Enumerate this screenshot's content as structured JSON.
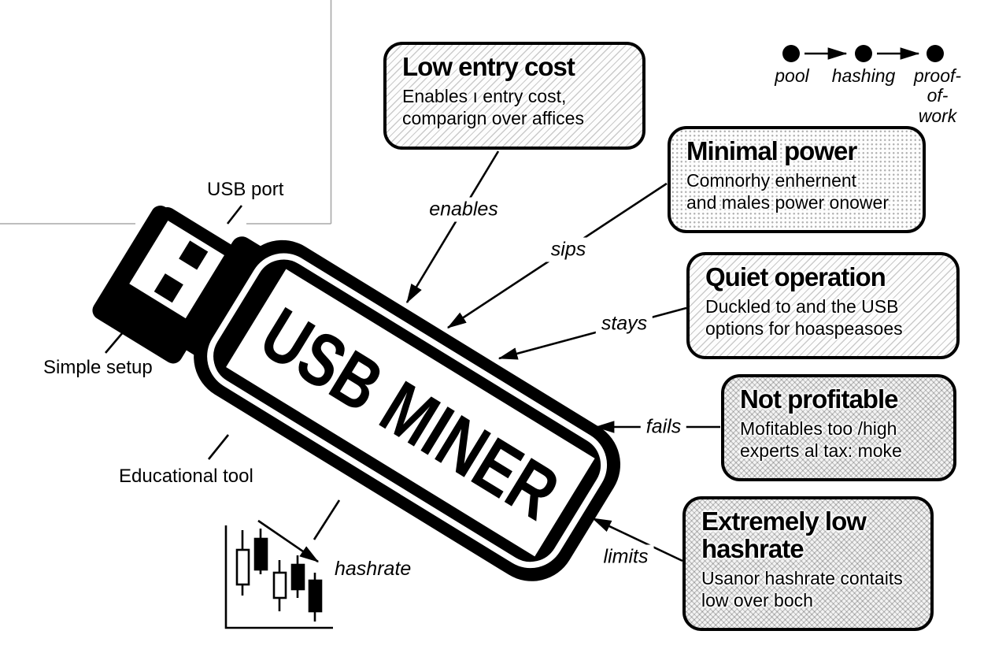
{
  "device": {
    "name": "USB MINER",
    "labels": {
      "usb_port": "USB port",
      "simple_setup": "Simple setup",
      "educational_tool": "Educational tool",
      "hashrate": "hashrate"
    }
  },
  "flow": {
    "nodes": [
      {
        "label": "pool"
      },
      {
        "label": "hashing"
      },
      {
        "label": "proof-\nof-work"
      }
    ]
  },
  "callouts": [
    {
      "title": "Low entry cost",
      "body": "Enables ı entry cost,\ncomparign over affices",
      "arrow_label": "enables",
      "pattern": "diagonal"
    },
    {
      "title": "Minimal power",
      "body": "Comnorhy enhernent\nand males power onower",
      "arrow_label": "sips",
      "pattern": "dots"
    },
    {
      "title": "Quiet operation",
      "body": "Duckled to and the USB\noptions for hoaspeasoes",
      "arrow_label": "stays",
      "pattern": "diagonal"
    },
    {
      "title": "Not profitable",
      "body": "Mofitables too /high\nexperts al tax: moke",
      "arrow_label": "fails",
      "pattern": "crosshatch"
    },
    {
      "title": "Extremely low\nhashrate",
      "body": "Usanor hashrate contaits\nlow over boch",
      "arrow_label": "limits",
      "pattern": "crosshatch"
    }
  ],
  "decline_chart": {
    "type": "candlestick-icon",
    "trend": "down",
    "candles": [
      "hollow",
      "filled",
      "hollow",
      "filled",
      "filled"
    ]
  },
  "colors": {
    "ink": "#000000",
    "frame_line": "#a8a8a8",
    "paper": "#ffffff"
  }
}
